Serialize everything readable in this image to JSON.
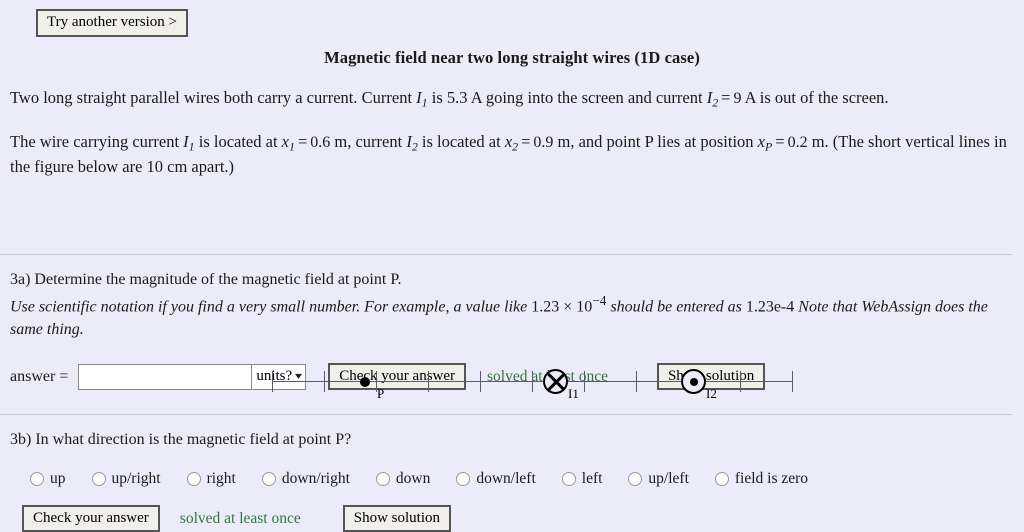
{
  "toolbar": {
    "try_another_version_label": "Try another version >"
  },
  "header": {
    "title": "Magnetic field near two long straight wires (1D case)"
  },
  "problem": {
    "paragraph1": {
      "t1": "Two long straight parallel wires both carry a current. Current ",
      "i1": "I",
      "i1_sub": "1",
      "t2": " is 5.3 A going into the screen and current ",
      "i2": "I",
      "i2_sub": "2",
      "eq": "=",
      "i2_value": "9",
      "t3": " A is out of the screen."
    },
    "paragraph2": {
      "t1": "The wire carrying current ",
      "i1": "I",
      "i1_sub": "1",
      "t2": " is located at ",
      "x1": "x",
      "x1_sub": "1",
      "eq1": "=",
      "x1_value": "0.6",
      "t3": " m, current ",
      "i2": "I",
      "i2_sub": "2",
      "t4": " is located at ",
      "x2": "x",
      "x2_sub": "2",
      "eq2": "=",
      "x2_value": "0.9",
      "t5": " m, and point P lies at position ",
      "xp": "x",
      "xp_sub": "P",
      "eq3": "=",
      "xp_value": "0.2",
      "t6": " m. (The short vertical lines in the figure below are 10 cm apart.)"
    }
  },
  "figure": {
    "point_p_label": "P",
    "wire1_label": "I1",
    "wire2_label": "I2",
    "wire1_symbol": "circle-cross-into-screen",
    "wire2_symbol": "circle-dot-out-of-screen",
    "tick_count": 11,
    "tick_spacing_cm": 10
  },
  "q3a": {
    "prompt": "3a) Determine the magnitude of the magnetic field at point P.",
    "hint_a": "Use scientific notation if you find a very small number. For example, a value like ",
    "hint_value": "1.23 × 10",
    "hint_exp": "−4",
    "hint_b": " should be entered as ",
    "hint_entry": "1.23e-4",
    "hint_c": " Note that WebAssign does the same thing.",
    "answer_label": "answer =",
    "answer_value": "",
    "answer_placeholder": "",
    "units_label": "units?",
    "check_label": "Check your answer",
    "status": "solved at least once",
    "show_solution_label": "Show solution"
  },
  "q3b": {
    "prompt": "3b) In what direction is the magnetic field at point P?",
    "options": [
      {
        "label": "up",
        "selected": false
      },
      {
        "label": "up/right",
        "selected": false
      },
      {
        "label": "right",
        "selected": false
      },
      {
        "label": "down/right",
        "selected": false
      },
      {
        "label": "down",
        "selected": false
      },
      {
        "label": "down/left",
        "selected": false
      },
      {
        "label": "left",
        "selected": false
      },
      {
        "label": "up/left",
        "selected": false
      },
      {
        "label": "field is zero",
        "selected": false
      }
    ],
    "check_label": "Check your answer",
    "status": "solved at least once",
    "show_solution_label": "Show solution"
  },
  "colors": {
    "background": "#ecebfa",
    "status_green": "#2f7a33",
    "divider": "#c9c7dd",
    "button_face": "#f0efe9"
  }
}
